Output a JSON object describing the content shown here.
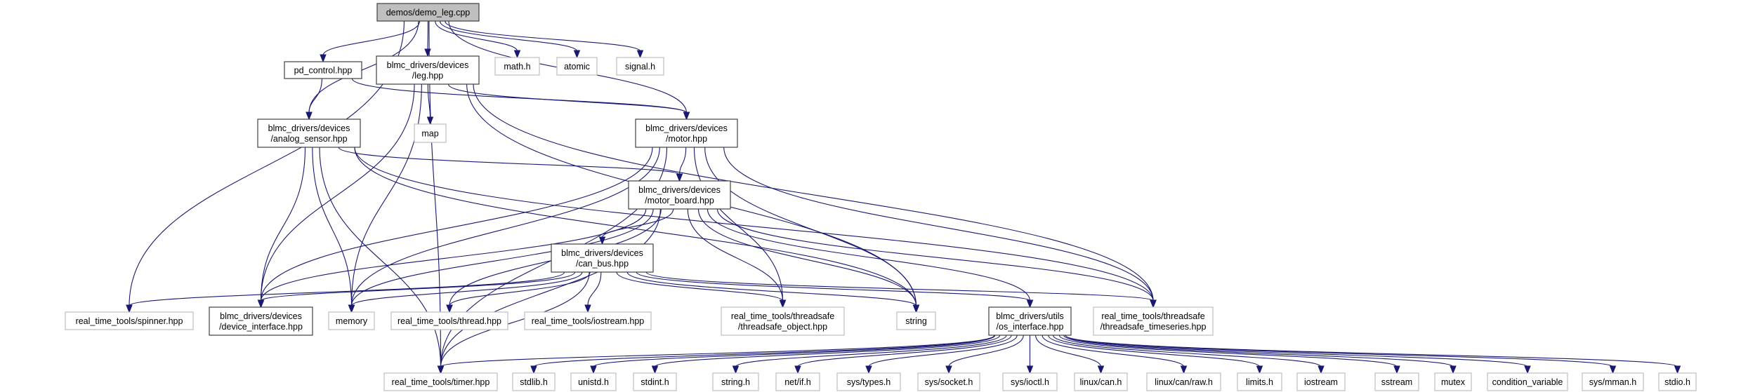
{
  "diagram": {
    "type": "include-dependency-graph",
    "title": "demos/demo_leg.cpp",
    "colors": {
      "edge": "#191970",
      "root_fill": "#bfbfbf",
      "internal_border": "#404040",
      "external_border": "#bfbfbf"
    },
    "nodes": [
      {
        "id": "demo_leg",
        "kind": "root",
        "lines": [
          "demos/demo_leg.cpp"
        ]
      },
      {
        "id": "pd_control",
        "kind": "internal",
        "lines": [
          "pd_control.hpp"
        ]
      },
      {
        "id": "leg",
        "kind": "internal",
        "lines": [
          "blmc_drivers/devices",
          "/leg.hpp"
        ]
      },
      {
        "id": "math_h",
        "kind": "external",
        "lines": [
          "math.h"
        ]
      },
      {
        "id": "atomic",
        "kind": "external",
        "lines": [
          "atomic"
        ]
      },
      {
        "id": "signal_h",
        "kind": "external",
        "lines": [
          "signal.h"
        ]
      },
      {
        "id": "map",
        "kind": "external",
        "lines": [
          "map"
        ]
      },
      {
        "id": "analog_sensor",
        "kind": "internal",
        "lines": [
          "blmc_drivers/devices",
          "/analog_sensor.hpp"
        ]
      },
      {
        "id": "motor",
        "kind": "internal",
        "lines": [
          "blmc_drivers/devices",
          "/motor.hpp"
        ]
      },
      {
        "id": "motor_board",
        "kind": "internal",
        "lines": [
          "blmc_drivers/devices",
          "/motor_board.hpp"
        ]
      },
      {
        "id": "can_bus",
        "kind": "internal",
        "lines": [
          "blmc_drivers/devices",
          "/can_bus.hpp"
        ]
      },
      {
        "id": "spinner",
        "kind": "external",
        "lines": [
          "real_time_tools/spinner.hpp"
        ]
      },
      {
        "id": "device_interface",
        "kind": "internal",
        "lines": [
          "blmc_drivers/devices",
          "/device_interface.hpp"
        ]
      },
      {
        "id": "memory",
        "kind": "external",
        "lines": [
          "memory"
        ]
      },
      {
        "id": "thread",
        "kind": "external",
        "lines": [
          "real_time_tools/thread.hpp"
        ]
      },
      {
        "id": "rt_iostream",
        "kind": "external",
        "lines": [
          "real_time_tools/iostream.hpp"
        ]
      },
      {
        "id": "threadsafe_object",
        "kind": "external",
        "lines": [
          "real_time_tools/threadsafe",
          "/threadsafe_object.hpp"
        ]
      },
      {
        "id": "string",
        "kind": "external",
        "lines": [
          "string"
        ]
      },
      {
        "id": "os_interface",
        "kind": "internal",
        "lines": [
          "blmc_drivers/utils",
          "/os_interface.hpp"
        ]
      },
      {
        "id": "threadsafe_timeseries",
        "kind": "external",
        "lines": [
          "real_time_tools/threadsafe",
          "/threadsafe_timeseries.hpp"
        ]
      },
      {
        "id": "timer",
        "kind": "external",
        "lines": [
          "real_time_tools/timer.hpp"
        ]
      },
      {
        "id": "stdlib_h",
        "kind": "external",
        "lines": [
          "stdlib.h"
        ]
      },
      {
        "id": "unistd_h",
        "kind": "external",
        "lines": [
          "unistd.h"
        ]
      },
      {
        "id": "stdint_h",
        "kind": "external",
        "lines": [
          "stdint.h"
        ]
      },
      {
        "id": "string_h",
        "kind": "external",
        "lines": [
          "string.h"
        ]
      },
      {
        "id": "net_if_h",
        "kind": "external",
        "lines": [
          "net/if.h"
        ]
      },
      {
        "id": "sys_types_h",
        "kind": "external",
        "lines": [
          "sys/types.h"
        ]
      },
      {
        "id": "sys_socket_h",
        "kind": "external",
        "lines": [
          "sys/socket.h"
        ]
      },
      {
        "id": "sys_ioctl_h",
        "kind": "external",
        "lines": [
          "sys/ioctl.h"
        ]
      },
      {
        "id": "linux_can_h",
        "kind": "external",
        "lines": [
          "linux/can.h"
        ]
      },
      {
        "id": "linux_can_raw_h",
        "kind": "external",
        "lines": [
          "linux/can/raw.h"
        ]
      },
      {
        "id": "limits_h",
        "kind": "external",
        "lines": [
          "limits.h"
        ]
      },
      {
        "id": "iostream",
        "kind": "external",
        "lines": [
          "iostream"
        ]
      },
      {
        "id": "sstream",
        "kind": "external",
        "lines": [
          "sstream"
        ]
      },
      {
        "id": "mutex",
        "kind": "external",
        "lines": [
          "mutex"
        ]
      },
      {
        "id": "condition_variable",
        "kind": "external",
        "lines": [
          "condition_variable"
        ]
      },
      {
        "id": "sys_mman_h",
        "kind": "external",
        "lines": [
          "sys/mman.h"
        ]
      },
      {
        "id": "stdio_h",
        "kind": "external",
        "lines": [
          "stdio.h"
        ]
      }
    ],
    "edges": [
      [
        "demo_leg",
        "pd_control"
      ],
      [
        "demo_leg",
        "leg"
      ],
      [
        "demo_leg",
        "math_h"
      ],
      [
        "demo_leg",
        "atomic"
      ],
      [
        "demo_leg",
        "signal_h"
      ],
      [
        "demo_leg",
        "analog_sensor"
      ],
      [
        "demo_leg",
        "motor"
      ],
      [
        "demo_leg",
        "spinner"
      ],
      [
        "demo_leg",
        "timer"
      ],
      [
        "pd_control",
        "analog_sensor"
      ],
      [
        "pd_control",
        "motor"
      ],
      [
        "leg",
        "map"
      ],
      [
        "leg",
        "motor"
      ],
      [
        "leg",
        "device_interface"
      ],
      [
        "leg",
        "memory"
      ],
      [
        "leg",
        "string"
      ],
      [
        "leg",
        "threadsafe_timeseries"
      ],
      [
        "analog_sensor",
        "device_interface"
      ],
      [
        "analog_sensor",
        "memory"
      ],
      [
        "analog_sensor",
        "motor_board"
      ],
      [
        "analog_sensor",
        "string"
      ],
      [
        "analog_sensor",
        "threadsafe_timeseries"
      ],
      [
        "analog_sensor",
        "timer"
      ],
      [
        "motor",
        "motor_board"
      ],
      [
        "motor",
        "device_interface"
      ],
      [
        "motor",
        "memory"
      ],
      [
        "motor",
        "string"
      ],
      [
        "motor",
        "threadsafe_object"
      ],
      [
        "motor",
        "threadsafe_timeseries"
      ],
      [
        "motor",
        "timer"
      ],
      [
        "motor_board",
        "can_bus"
      ],
      [
        "motor_board",
        "device_interface"
      ],
      [
        "motor_board",
        "memory"
      ],
      [
        "motor_board",
        "thread"
      ],
      [
        "motor_board",
        "threadsafe_object"
      ],
      [
        "motor_board",
        "string"
      ],
      [
        "motor_board",
        "os_interface"
      ],
      [
        "motor_board",
        "threadsafe_timeseries"
      ],
      [
        "motor_board",
        "timer"
      ],
      [
        "can_bus",
        "spinner"
      ],
      [
        "can_bus",
        "device_interface"
      ],
      [
        "can_bus",
        "memory"
      ],
      [
        "can_bus",
        "thread"
      ],
      [
        "can_bus",
        "rt_iostream"
      ],
      [
        "can_bus",
        "threadsafe_object"
      ],
      [
        "can_bus",
        "string"
      ],
      [
        "can_bus",
        "os_interface"
      ],
      [
        "can_bus",
        "threadsafe_timeseries"
      ],
      [
        "can_bus",
        "timer"
      ],
      [
        "os_interface",
        "timer"
      ],
      [
        "os_interface",
        "stdlib_h"
      ],
      [
        "os_interface",
        "unistd_h"
      ],
      [
        "os_interface",
        "stdint_h"
      ],
      [
        "os_interface",
        "string_h"
      ],
      [
        "os_interface",
        "net_if_h"
      ],
      [
        "os_interface",
        "sys_types_h"
      ],
      [
        "os_interface",
        "sys_socket_h"
      ],
      [
        "os_interface",
        "sys_ioctl_h"
      ],
      [
        "os_interface",
        "linux_can_h"
      ],
      [
        "os_interface",
        "linux_can_raw_h"
      ],
      [
        "os_interface",
        "limits_h"
      ],
      [
        "os_interface",
        "iostream"
      ],
      [
        "os_interface",
        "sstream"
      ],
      [
        "os_interface",
        "mutex"
      ],
      [
        "os_interface",
        "condition_variable"
      ],
      [
        "os_interface",
        "sys_mman_h"
      ],
      [
        "os_interface",
        "stdio_h"
      ]
    ]
  }
}
